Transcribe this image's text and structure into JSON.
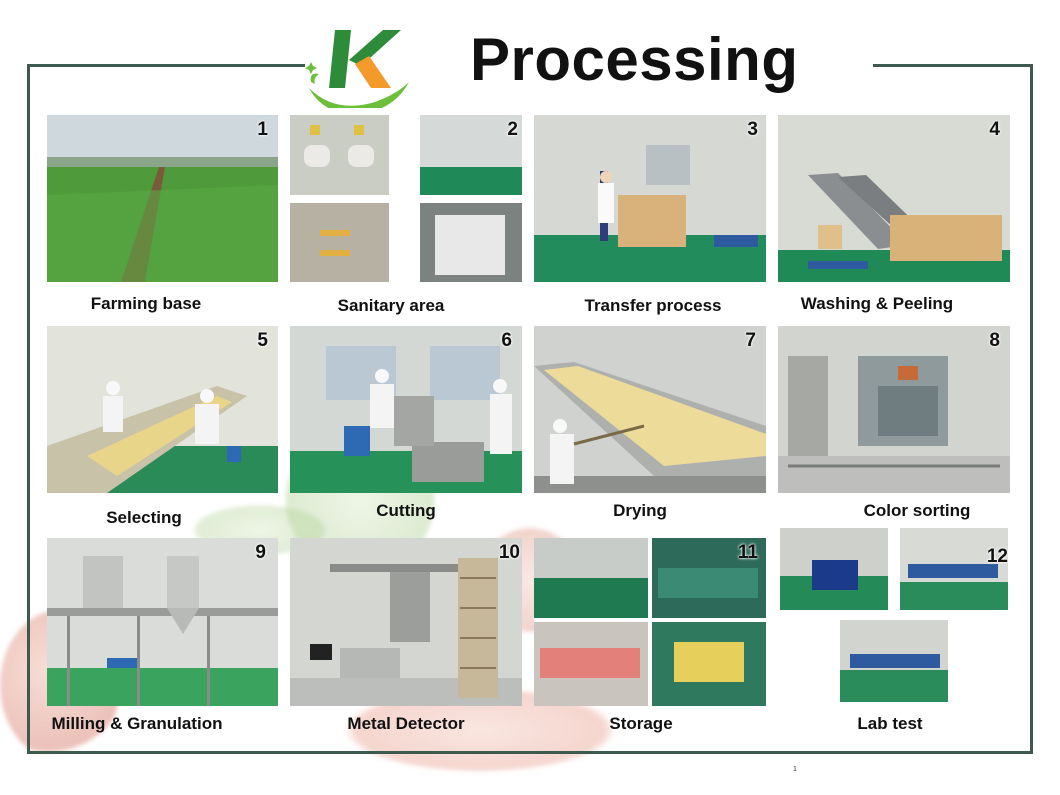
{
  "title": "Processing",
  "logo": {
    "letter": "K",
    "colors": {
      "k_green": "#2e8b3a",
      "k_orange": "#f39a2b",
      "swoosh": "#6bbf3a"
    }
  },
  "colors": {
    "frame": "#3e5a4e",
    "floor_green": "#1e8a55"
  },
  "steps": [
    {
      "number": "1",
      "label": "Farming base"
    },
    {
      "number": "2",
      "label": "Sanitary area"
    },
    {
      "number": "3",
      "label": "Transfer process"
    },
    {
      "number": "4",
      "label": "Washing & Peeling"
    },
    {
      "number": "5",
      "label": "Selecting"
    },
    {
      "number": "6",
      "label": "Cutting"
    },
    {
      "number": "7",
      "label": "Drying"
    },
    {
      "number": "8",
      "label": "Color sorting"
    },
    {
      "number": "9",
      "label": "Milling & Granulation"
    },
    {
      "number": "10",
      "label": "Metal Detector"
    },
    {
      "number": "11",
      "label": "Storage"
    },
    {
      "number": "12",
      "label": "Lab test"
    }
  ],
  "footer_mark": "1"
}
